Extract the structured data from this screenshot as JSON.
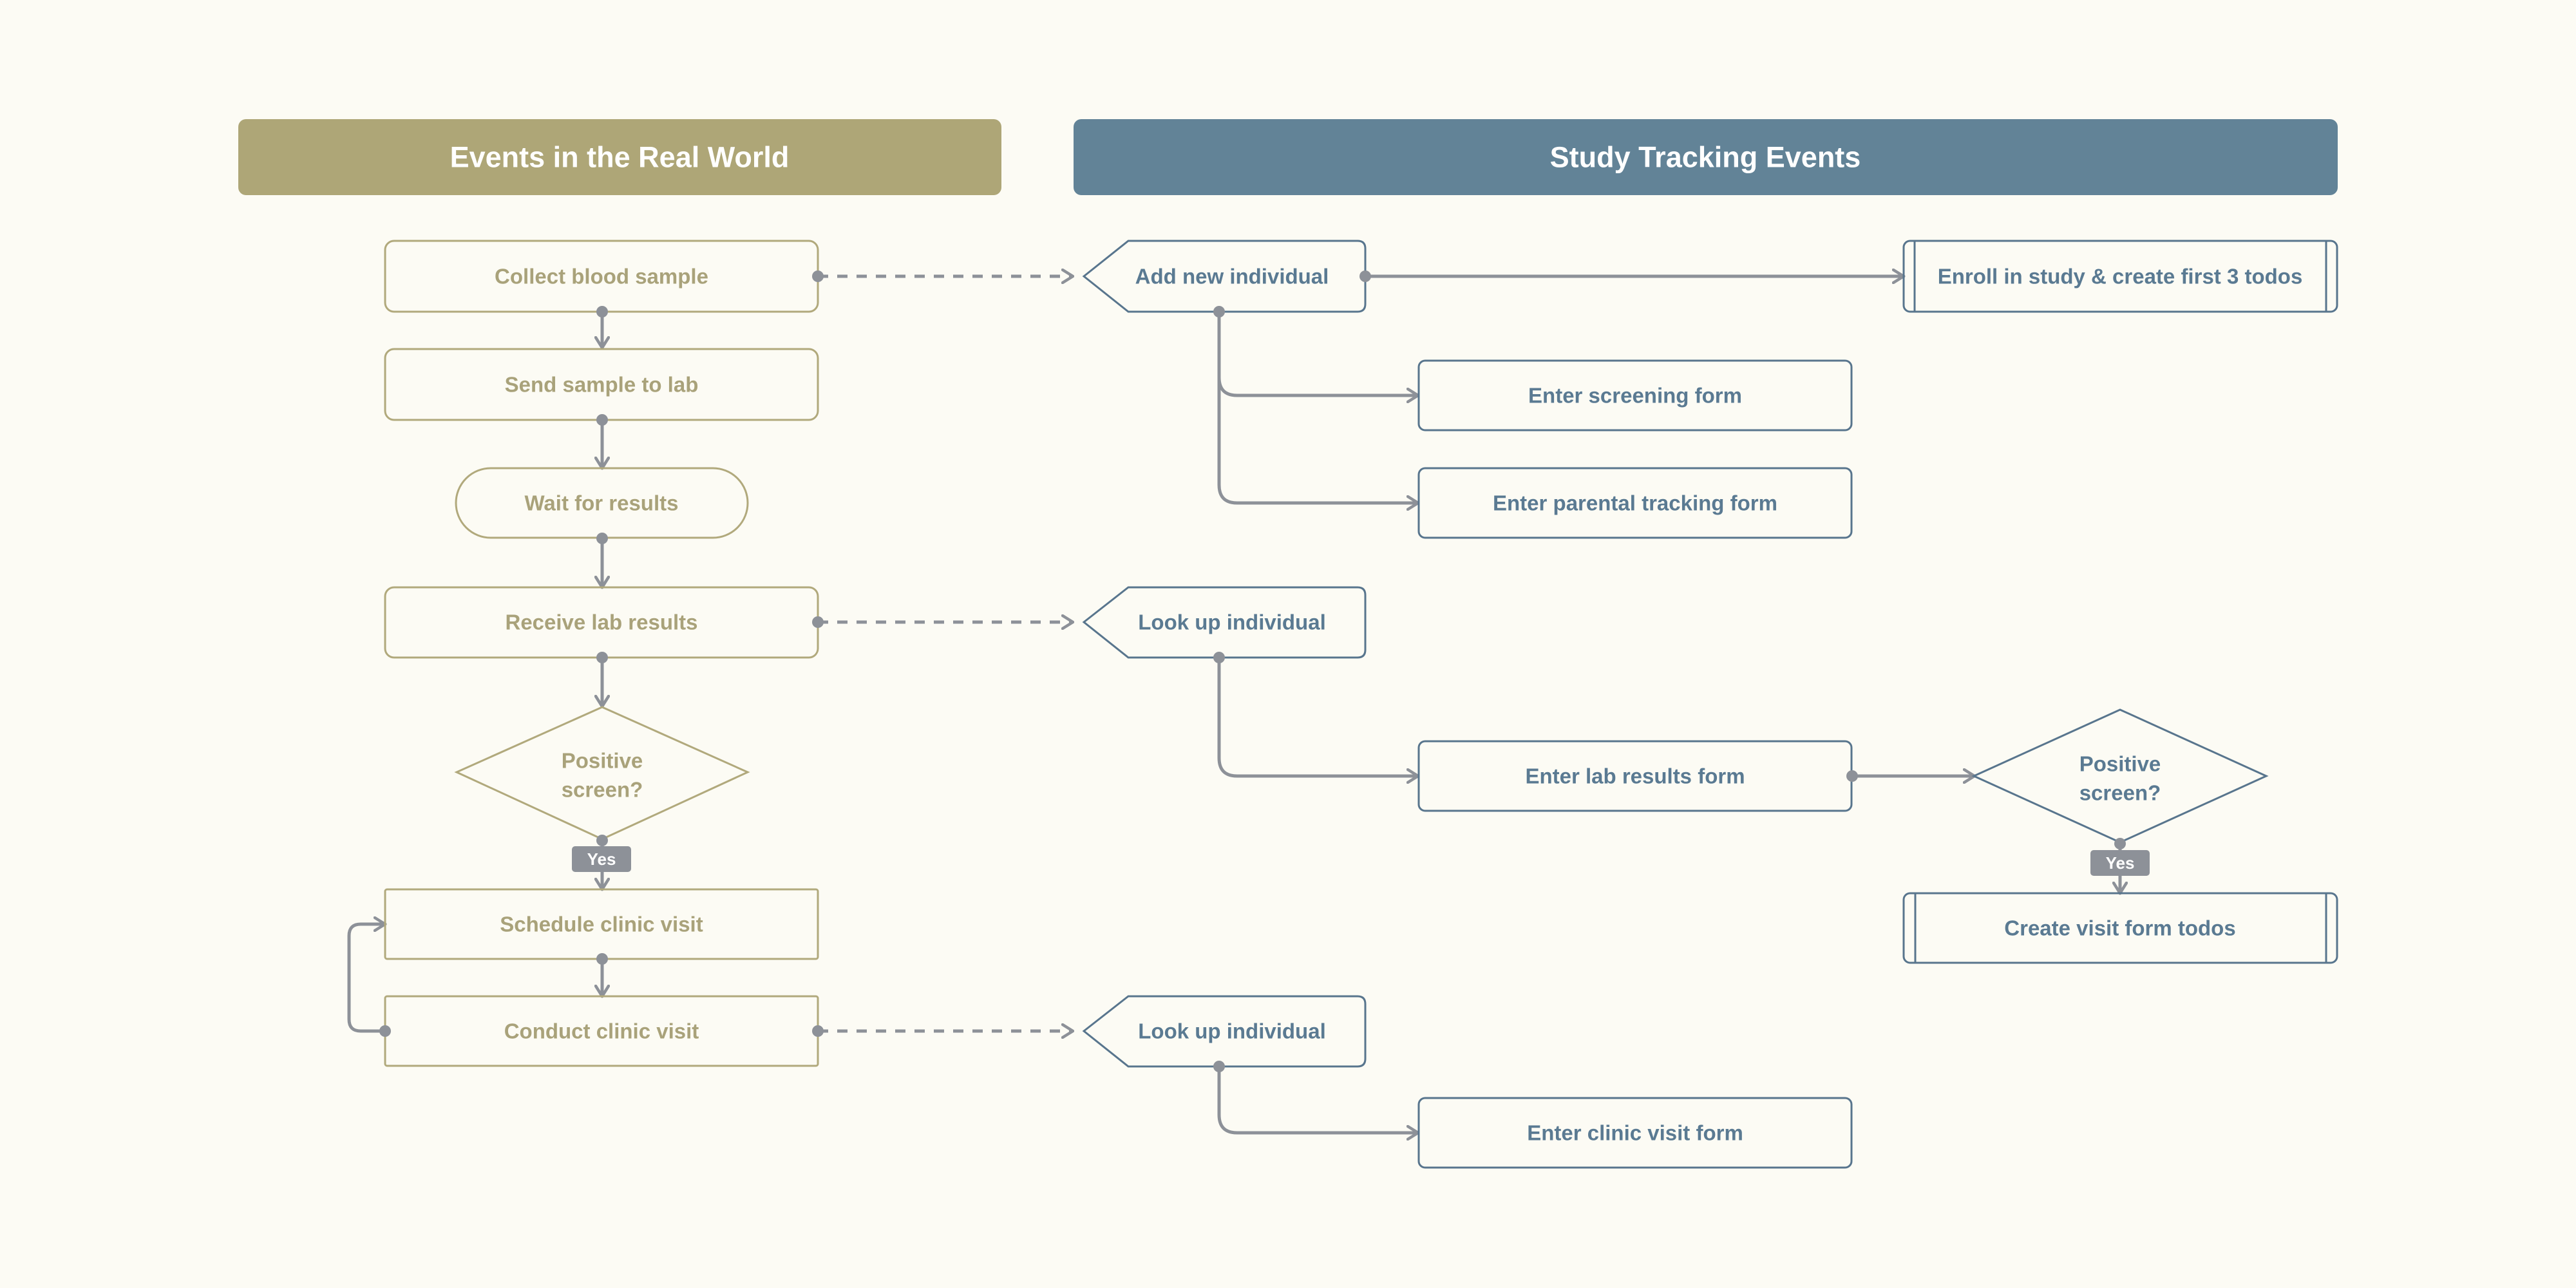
{
  "headers": {
    "real_world": "Events in the Real World",
    "study_tracking": "Study Tracking Events"
  },
  "real_world": {
    "collect": "Collect blood sample",
    "send": "Send sample to lab",
    "wait": "Wait for results",
    "receive": "Receive lab results",
    "positive_line1": "Positive",
    "positive_line2": "screen?",
    "yes": "Yes",
    "schedule": "Schedule clinic visit",
    "conduct": "Conduct clinic visit"
  },
  "study_tracking": {
    "add_individual": "Add new individual",
    "enroll": "Enroll in study & create first 3 todos",
    "screening_form": "Enter screening form",
    "parental_form": "Enter parental tracking form",
    "lookup_1": "Look up individual",
    "lab_form": "Enter lab results form",
    "positive_line1": "Positive",
    "positive_line2": "screen?",
    "yes": "Yes",
    "visit_todos": "Create visit form todos",
    "lookup_2": "Look up individual",
    "clinic_form": "Enter clinic visit form"
  },
  "colors": {
    "background": "#fcfbf4",
    "real_world_accent": "#aea677",
    "study_tracking_accent": "#628397",
    "connector": "#8d9198"
  }
}
